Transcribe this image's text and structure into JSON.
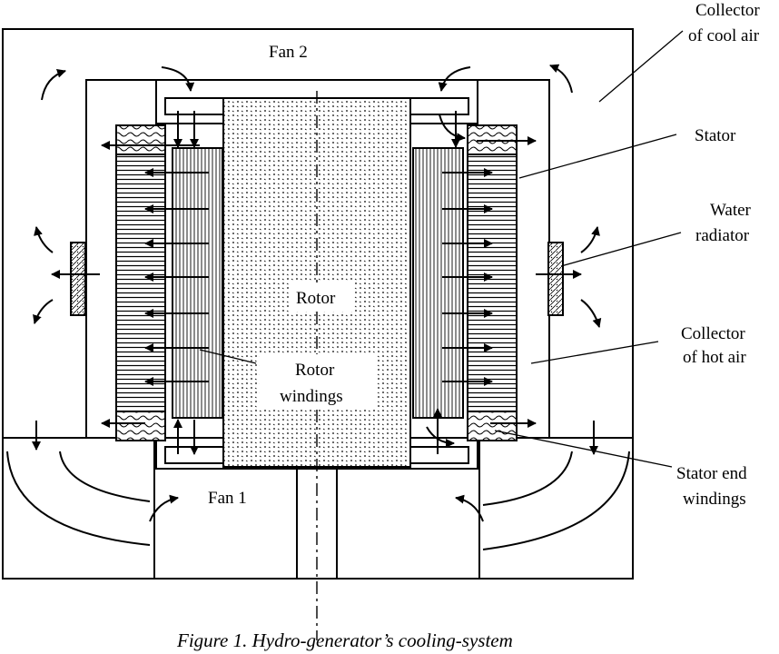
{
  "figure": {
    "caption": "Figure 1. Hydro-generator’s cooling-system",
    "labels": {
      "fan2": "Fan 2",
      "fan1": "Fan 1",
      "rotor": "Rotor",
      "rotor_windings_1": "Rotor",
      "rotor_windings_2": "windings",
      "collector_cool_1": "Collector",
      "collector_cool_2": "of cool air",
      "stator": "Stator",
      "water_radiator_1": "Water",
      "water_radiator_2": "radiator",
      "collector_hot_1": "Collector",
      "collector_hot_2": "of hot air",
      "stator_end_1": "Stator end",
      "stator_end_2": "windings"
    }
  }
}
